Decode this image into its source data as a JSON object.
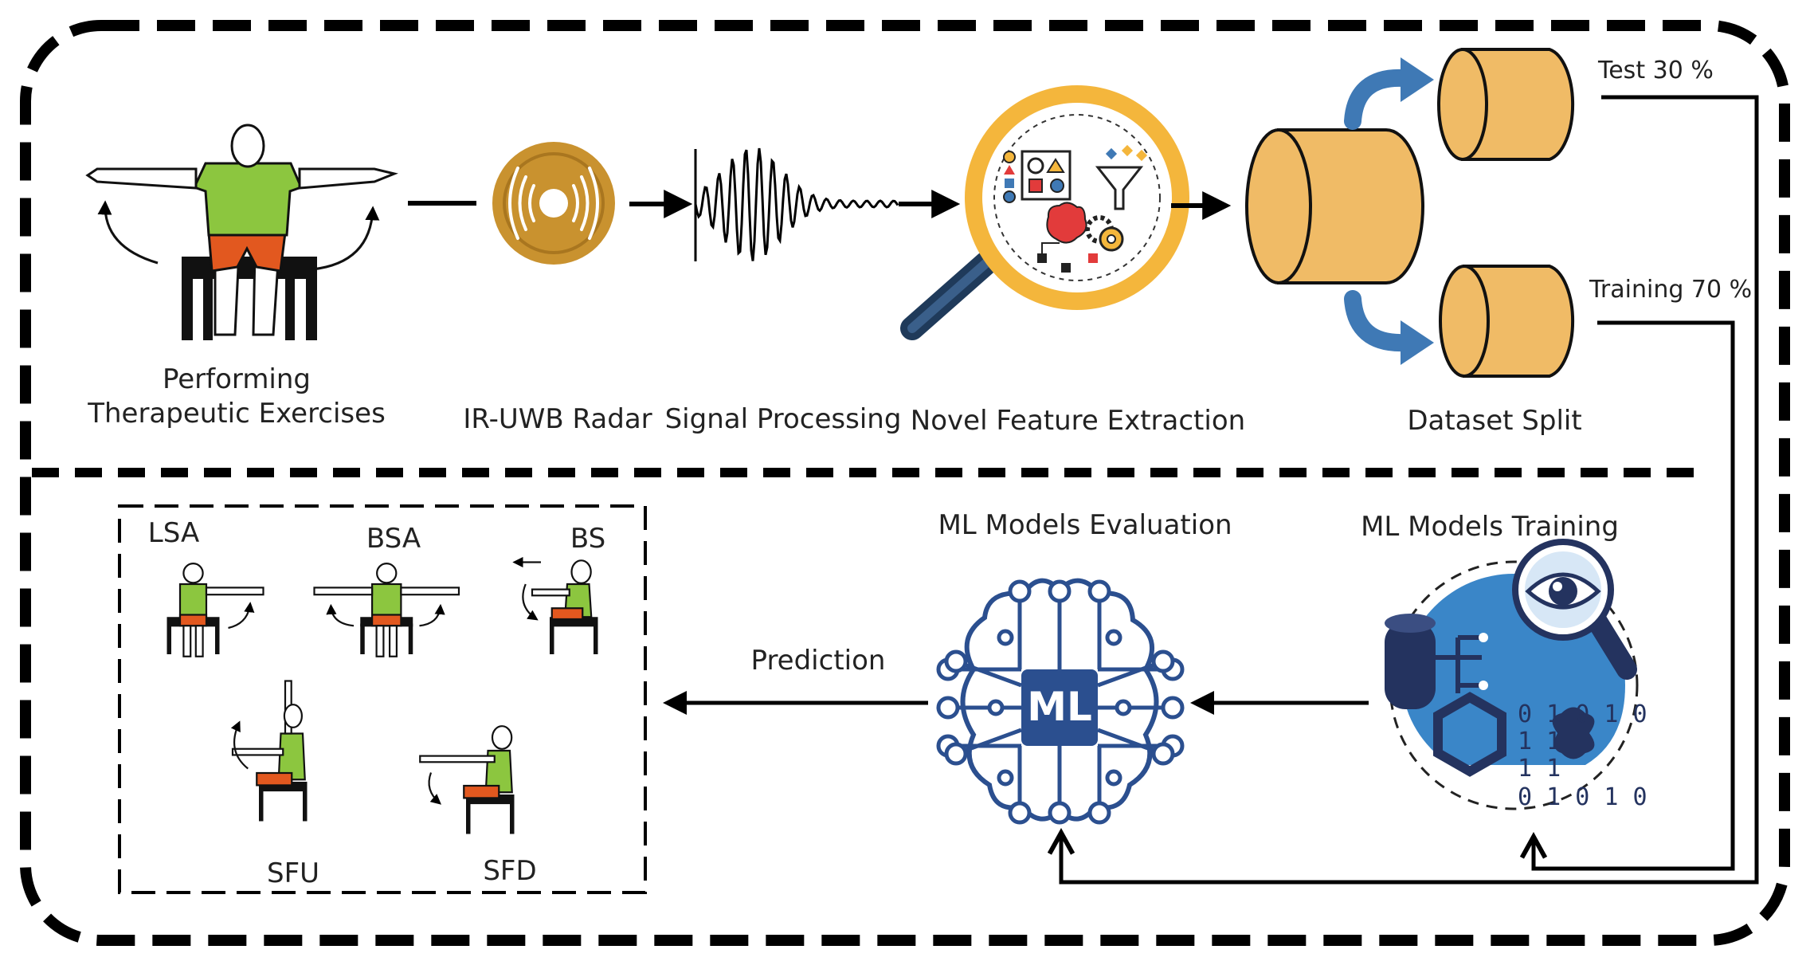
{
  "colors": {
    "skin_green": "#8cc63f",
    "shorts_orange": "#e2581f",
    "radar_gold": "#c9922f",
    "cylinder_fill": "#f0bb66",
    "arrow_blue": "#3f79b5",
    "magnifier_ring": "#f4b63c",
    "magnifier_handle": "#1f3a5a",
    "ml_blue": "#2b4f8f",
    "training_blue": "#3a86c8",
    "training_navy": "#24335f",
    "line_black": "#000000"
  },
  "top_row": {
    "exercise_label": [
      "Performing",
      "Therapeutic Exercises"
    ],
    "radar_label": "IR-UWB Radar",
    "signal_label": "Signal Processing",
    "feature_label": "Novel Feature Extraction",
    "split_label": "Dataset Split",
    "test_label": "Test 30 %",
    "training_label": "Training 70 %"
  },
  "bottom_row": {
    "exercises": {
      "lsa": "LSA",
      "bsa": "BSA",
      "bs": "BS",
      "sfu": "SFU",
      "sfd": "SFD"
    },
    "prediction_label": "Prediction",
    "evaluation_label": "ML Models Evaluation",
    "training_label": "ML Models Training",
    "ml_chip_text": "ML",
    "binary_rows": [
      "0 1 0 1 0",
      "1    1",
      "1    1",
      "0 1 0 1 0"
    ]
  }
}
